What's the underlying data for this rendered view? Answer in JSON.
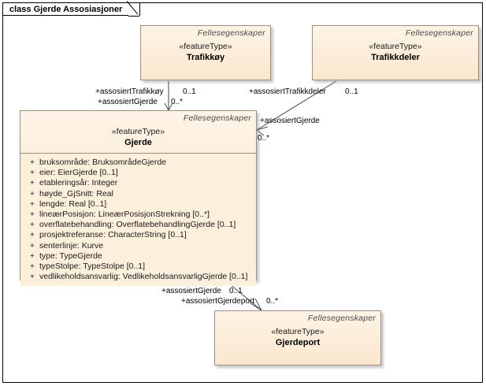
{
  "diagram": {
    "title": "class Gjerde Assosiasjoner"
  },
  "classes": {
    "trafikkoy": {
      "package": "Fellesegenskaper",
      "stereotype": "«featureType»",
      "name": "Trafikkøy"
    },
    "trafikkdeler": {
      "package": "Fellesegenskaper",
      "stereotype": "«featureType»",
      "name": "Trafikkdeler"
    },
    "gjerde": {
      "package": "Fellesegenskaper",
      "stereotype": "«featureType»",
      "name": "Gjerde",
      "attributes": [
        {
          "visibility": "+",
          "text": "bruksområde: BruksområdeGjerde"
        },
        {
          "visibility": "+",
          "text": "eier: EierGjerde [0..1]"
        },
        {
          "visibility": "+",
          "text": "etableringsår: Integer"
        },
        {
          "visibility": "+",
          "text": "høyde_GjSnitt: Real"
        },
        {
          "visibility": "+",
          "text": "lengde: Real [0..1]"
        },
        {
          "visibility": "+",
          "text": "lineærPosisjon: LineærPosisjonStrekning [0..*]"
        },
        {
          "visibility": "+",
          "text": "overflatebehandling: OverflatebehandlingGjerde [0..1]"
        },
        {
          "visibility": "+",
          "text": "prosjektreferanse: CharacterString [0..1]"
        },
        {
          "visibility": "+",
          "text": "senterlinje: Kurve"
        },
        {
          "visibility": "+",
          "text": "type: TypeGjerde"
        },
        {
          "visibility": "+",
          "text": "typeStolpe: TypeStolpe [0..1]"
        },
        {
          "visibility": "+",
          "text": "vedlikeholdsansvarlig: VedlikeholdsansvarligGjerde [0..1]"
        }
      ]
    },
    "gjerdeport": {
      "package": "Fellesegenskaper",
      "stereotype": "«featureType»",
      "name": "Gjerdeport"
    }
  },
  "associations": {
    "trafikkoy_gjerde": {
      "role_target": "+assosiertTrafikkøy",
      "mult_target": "0..1",
      "role_source": "+assosiertGjerde",
      "mult_source": "0..*"
    },
    "trafikkdeler_gjerde": {
      "role_target": "+assosiertTrafikkdeler",
      "mult_target": "0..1",
      "role_source": "+assosiertGjerde",
      "mult_source": "0..*"
    },
    "gjerde_gjerdeport": {
      "role_source": "+assosiertGjerde",
      "mult_source": "0..1",
      "role_target": "+assosiertGjerdeport",
      "mult_target": "0..*"
    }
  },
  "colors": {
    "class_fill_top": "#fdf3e6",
    "class_fill_bottom": "#fbe7ce",
    "attr_fill": "#fcefdc",
    "border": "#9a8f80",
    "connector": "#4a4a4a",
    "frame": "#000000"
  }
}
